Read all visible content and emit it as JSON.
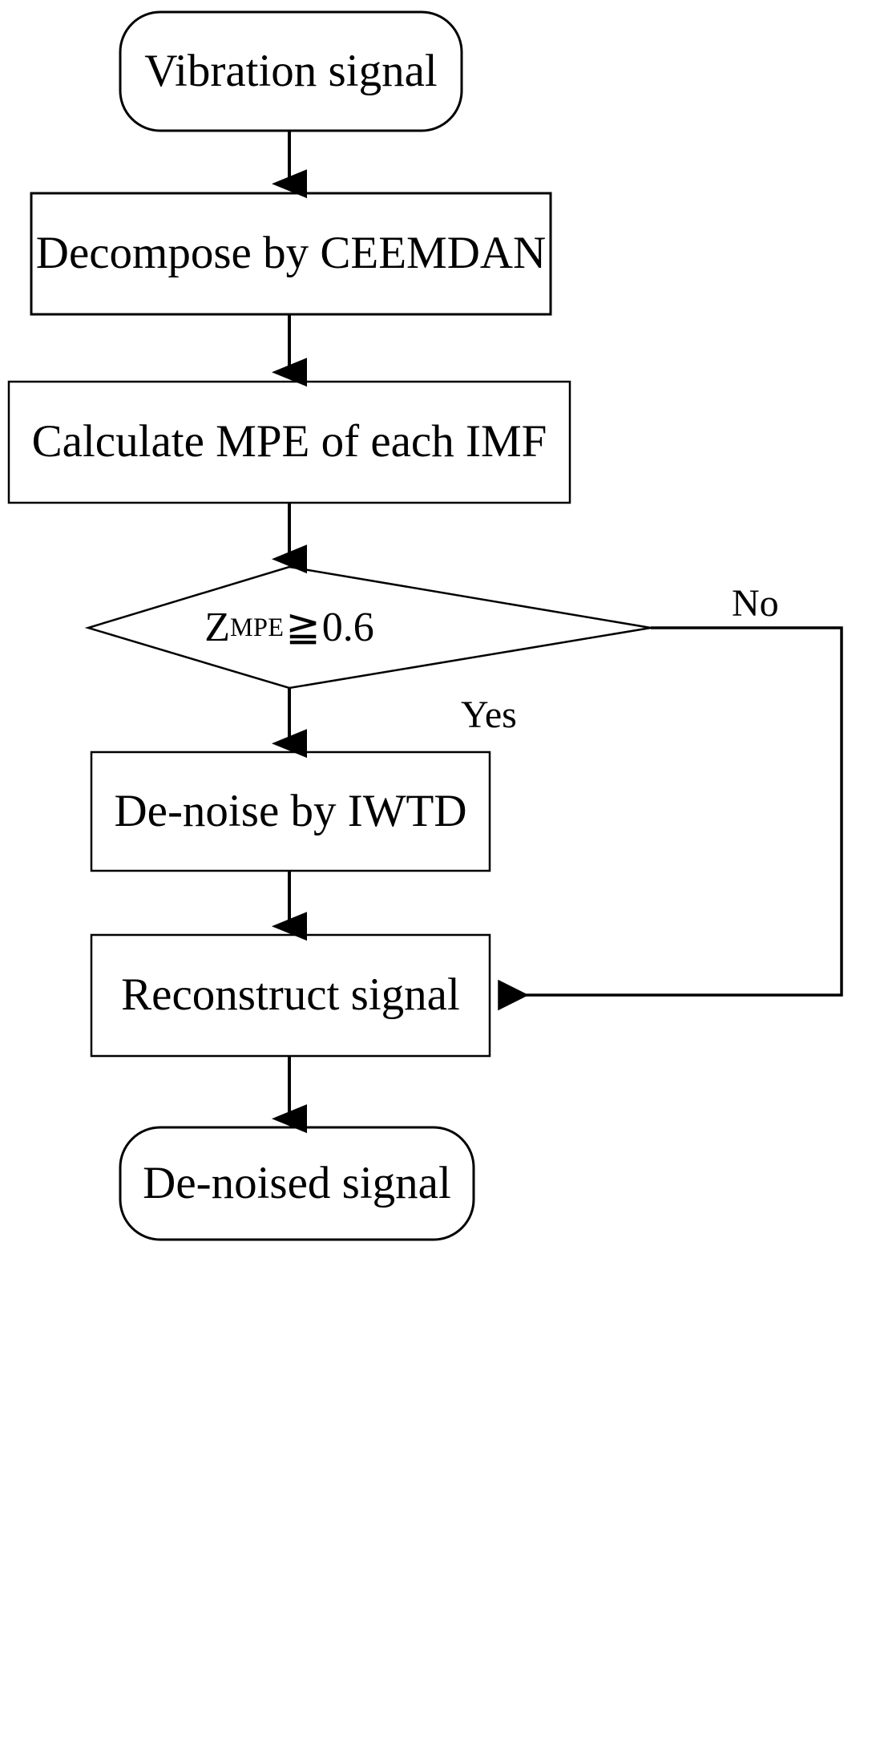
{
  "diagram": {
    "title": "CEEMDAN-MPE-IWTD de-noising flowchart",
    "stroke_color": "#000000",
    "fill_color": "#ffffff",
    "background": "#ffffff"
  },
  "nodes": {
    "start": {
      "label": "Vibration signal",
      "shape": "rounded-rectangle"
    },
    "decompose": {
      "label": "Decompose by CEEMDAN",
      "shape": "rectangle"
    },
    "calculate": {
      "label": "Calculate MPE of each IMF",
      "shape": "rectangle"
    },
    "decision": {
      "shape": "diamond",
      "label": "Zₘₚₑ ≥ 0.6",
      "variable": "Z",
      "subscript": "MPE",
      "operator": "≧",
      "threshold": "0.6"
    },
    "denoise": {
      "label": "De-noise by IWTD",
      "shape": "rectangle"
    },
    "reconstruct": {
      "label": "Reconstruct signal",
      "shape": "rectangle"
    },
    "end": {
      "label": "De-noised signal",
      "shape": "rounded-rectangle"
    }
  },
  "edges": {
    "no_label": "No",
    "yes_label": "Yes"
  }
}
